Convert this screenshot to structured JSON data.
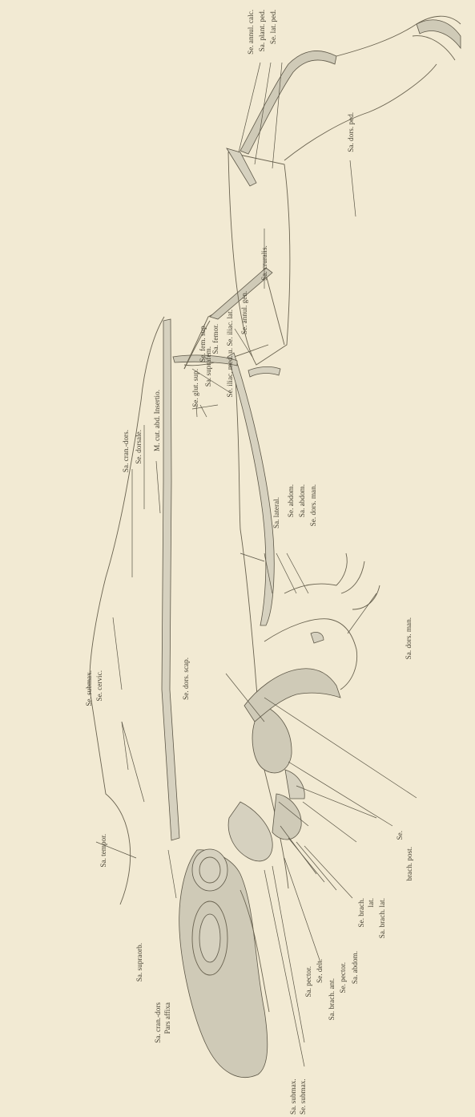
{
  "labels": {
    "sa_annul_calc": "Se. annul. calc.",
    "sa_plant_ped": "Sa. plant. ped.",
    "se_lat_ped": "Se. lat. ped.",
    "sa_dors_ped": "Sa. dors. ped.",
    "sa_cruralis": "Sa. cruralis.",
    "se_annul_gen": "Se. annul. gen.",
    "se_iliac_lat": "Se. iliac. med. u. Se. iliac. lat.",
    "m_cut_abd": "M. cut. abd. Insertio.",
    "se_glut_sup": "Se. glut. sup.",
    "sa_suprafem": "Sa. suprafem.",
    "se_fem_sup": "Se. fem. sup.",
    "sa_femor": "Sa. femor.",
    "sa_cran_dors": "Sa. cran.-dors.",
    "se_dorsale": "Se. dorsale.",
    "sa_lateral": "Sa. lateral.",
    "se_abdom": "Se. abdom.",
    "sa_abdom": "Sa. abdom.",
    "se_dors_man": "Se. dors. man.",
    "sa_dors_man": "Sa. dors. man.",
    "se_dors_scap": "Se. dors. scap.",
    "se_submax": "Se. submax.",
    "se_cervic": "Se. cervic.",
    "sa_tempor": "Sa. tempor.",
    "sa_supraorb": "Sa. supraorb.",
    "sa_cran_dors_2": "Sa. cran.-dors",
    "pars_affixa": "Pars affixa",
    "sa_submax_b": "Sa. submax.",
    "se_submax_b": "Se. submax.",
    "sa_pector": "Sa. pector.",
    "se_delt": "Se. delt.",
    "sa_brach_ant": "Sa. brach. ant.",
    "se_pector": "Se. pector.",
    "sa_abdom_b": "Sa. abdom.",
    "se_brach_lat_1": "Se. brach.",
    "se_brach_lat_2": "lat.",
    "sa_brach_lat": "Sa. brach. lat.",
    "se_brach_post_1": "Se.",
    "se_brach_post_2": "brach. post."
  }
}
